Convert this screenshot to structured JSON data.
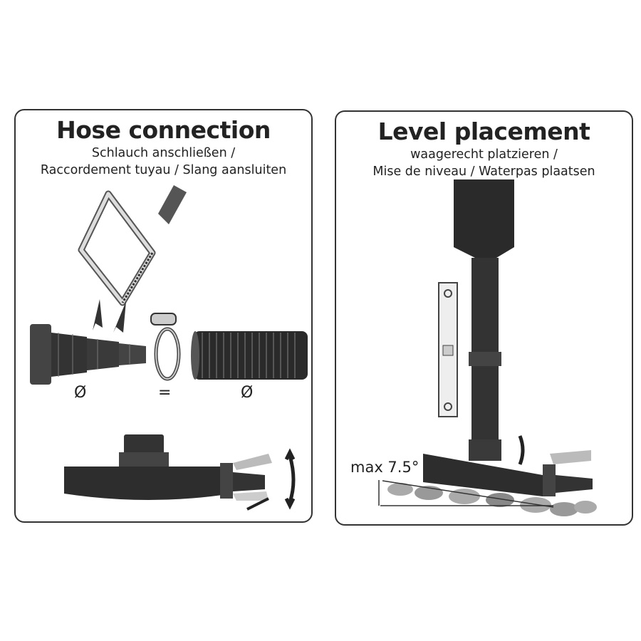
{
  "left_panel": {
    "title": "Hose connection",
    "subtitle_1": "Schlauch anschließen /",
    "subtitle_2": "Raccordement tuyau / Slang aansluiten",
    "diameter_symbol_left": "Ø",
    "equals_symbol": "=",
    "diameter_symbol_right": "Ø"
  },
  "right_panel": {
    "title": "Level placement",
    "subtitle_1": "waagerecht platzieren /",
    "subtitle_2": "Mise de niveau / Waterpas plaatsen",
    "max_angle_label": "max 7.5°"
  }
}
